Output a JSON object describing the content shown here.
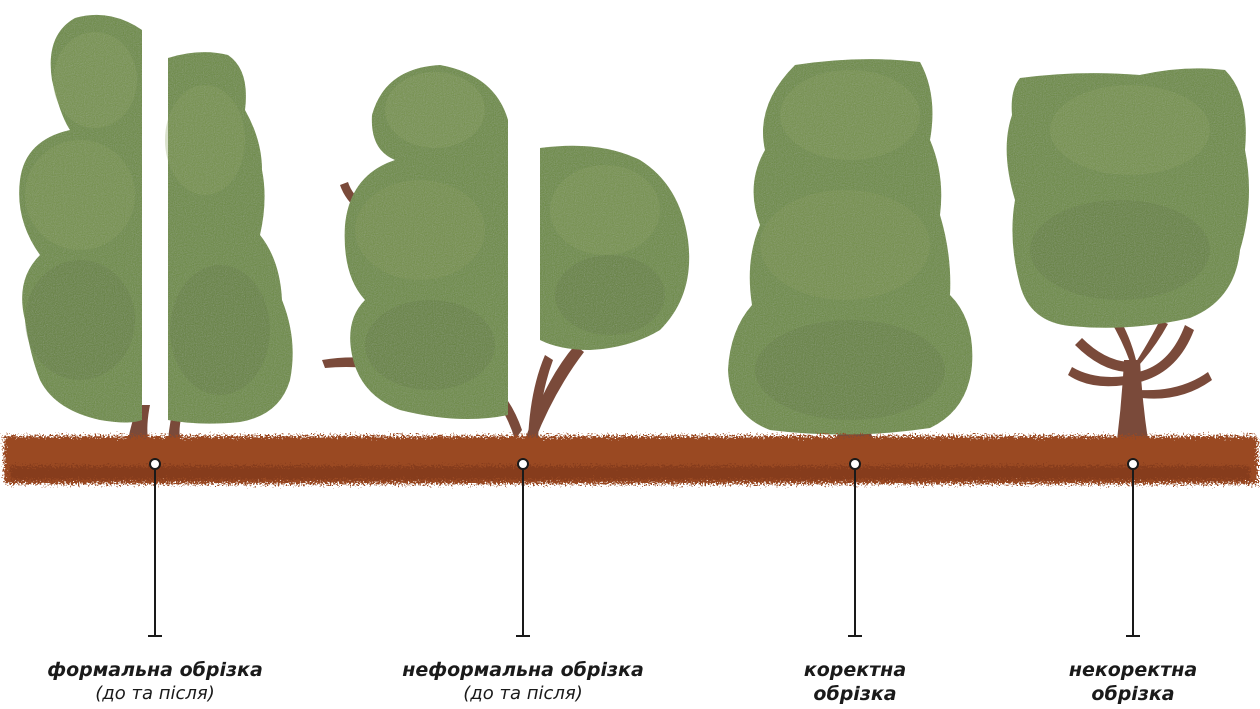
{
  "colors": {
    "foliage": "#6b8a3e",
    "foliage_dark": "#56702f",
    "foliage_light": "#87a155",
    "trunk": "#7a4a3a",
    "soil": "#9a4a22",
    "soil_dark": "#6e2f14",
    "line": "#1a1a1a"
  },
  "labels": [
    {
      "line1": "формальна обрізка",
      "line2": "(до та після)"
    },
    {
      "line1": "неформальна обрізка",
      "line2": "(до та після)"
    },
    {
      "line1": "коректна",
      "line2": "обрізка"
    },
    {
      "line1": "некоректна",
      "line2": "обрізка"
    }
  ]
}
